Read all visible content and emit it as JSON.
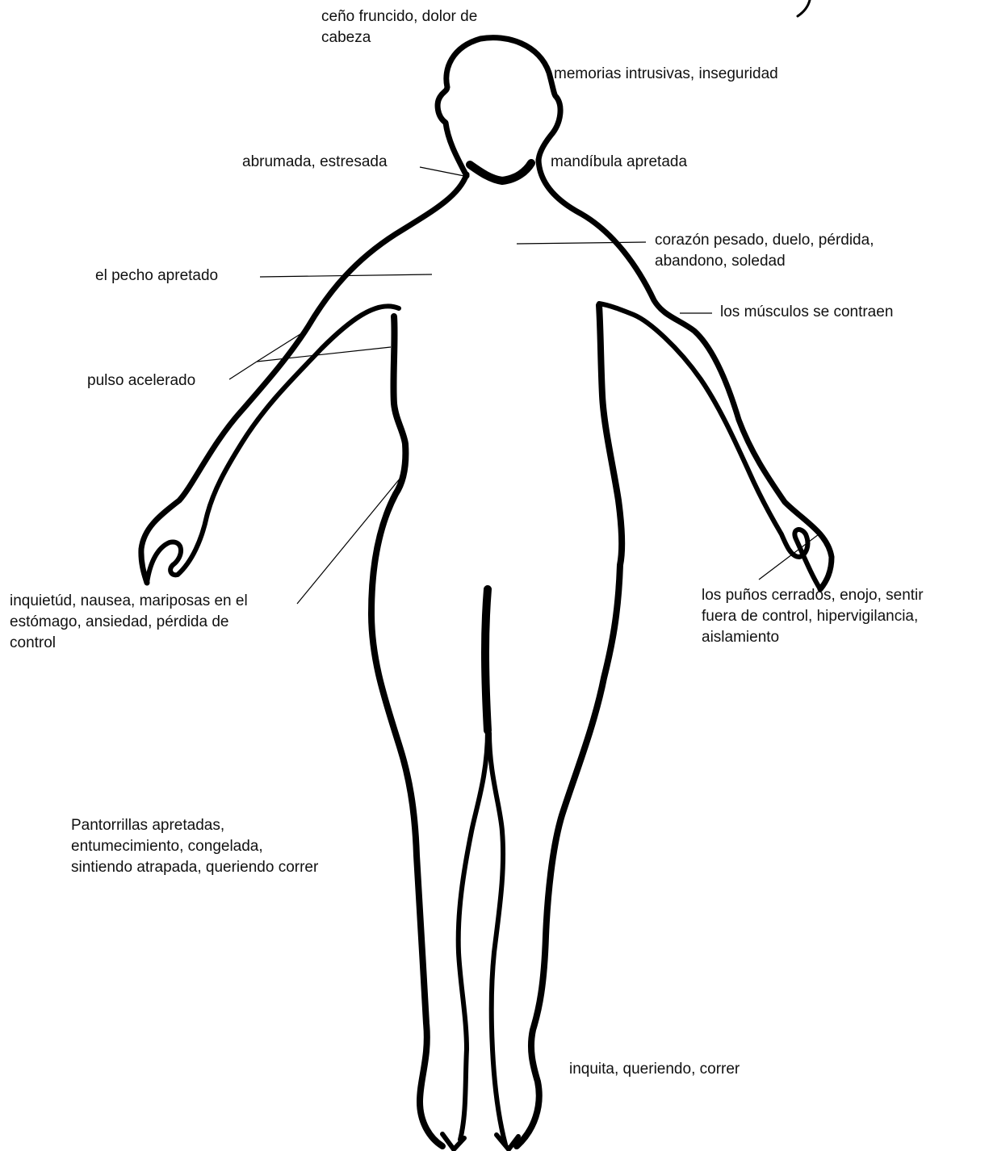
{
  "colors": {
    "outline": "#000000",
    "text": "#111111",
    "background": "#ffffff"
  },
  "labels": {
    "head_top": [
      "ceño fruncido, dolor de",
      "cabeza"
    ],
    "head_right": [
      "memorias intrusivas, inseguridad"
    ],
    "neck_left": [
      "abrumada, estresada"
    ],
    "jaw": [
      "mandíbula apretada"
    ],
    "heart": [
      "corazón pesado, duelo, pérdida,",
      "abandono, soledad"
    ],
    "chest": [
      "el pecho apretado"
    ],
    "muscles": [
      "los músculos se contraen"
    ],
    "pulse": [
      "pulso acelerado"
    ],
    "stomach": [
      "inquietúd, nausea, mariposas en el",
      "estómago, ansiedad, pérdida de",
      "control"
    ],
    "fists": [
      " los puños cerrados, enojo, sentir",
      "fuera de control, hipervigilancia,",
      "aislamiento"
    ],
    "calves": [
      "Pantorrillas apretadas,",
      "entumecimiento, congelada,",
      "sintiendo atrapada, queriendo correr"
    ],
    "feet": [
      "inquita, queriendo, correr"
    ]
  }
}
